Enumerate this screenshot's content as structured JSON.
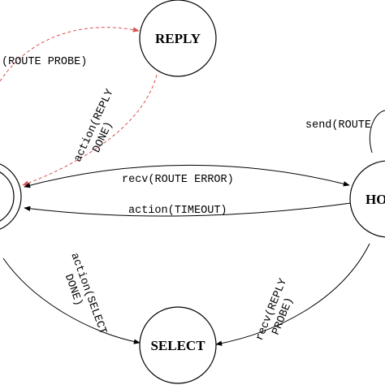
{
  "states": {
    "reply": "REPLY",
    "home": "HO",
    "select": "SELECT"
  },
  "edges": {
    "route_probe": "(ROUTE PROBE)",
    "reply_done_line1": "action(REPLY",
    "reply_done_line2": "DONE)",
    "send_route": "send(ROUTE",
    "recv_route_error": "recv(ROUTE ERROR)",
    "timeout": "action(TIMEOUT)",
    "select_done_line1": "action(SELECT",
    "select_done_line2": "DONE)",
    "recv_reply_probe_line1": "recv(REPLY",
    "recv_reply_probe_line2": "PROBE)"
  },
  "colors": {
    "dashed_edge": "#d9534f",
    "stroke": "#000000"
  }
}
